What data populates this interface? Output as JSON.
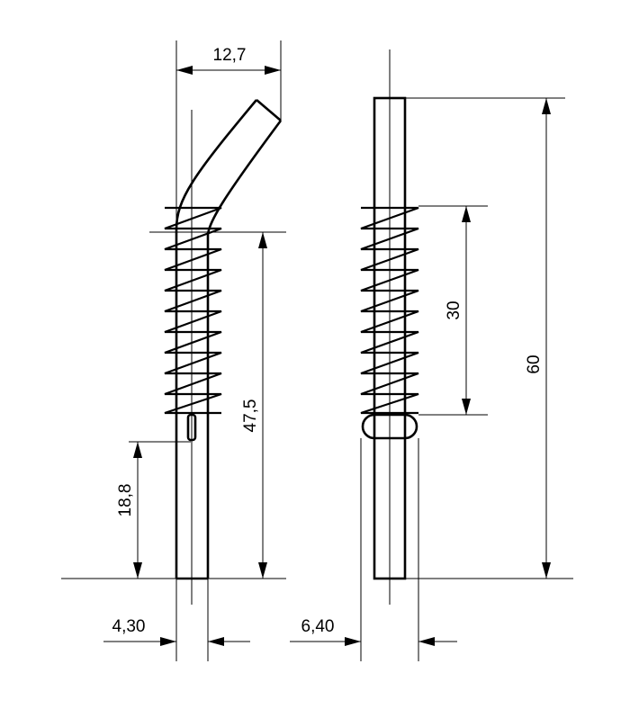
{
  "dimensions": {
    "bend_width": "12,7",
    "spring_to_bottom_length": "47,5",
    "slot_height": "18,8",
    "pin_diameter_left": "4,30",
    "spring_length": "30",
    "total_length": "60",
    "diameter_right": "6,40"
  },
  "colors": {
    "line": "#000000",
    "background": "#ffffff"
  }
}
